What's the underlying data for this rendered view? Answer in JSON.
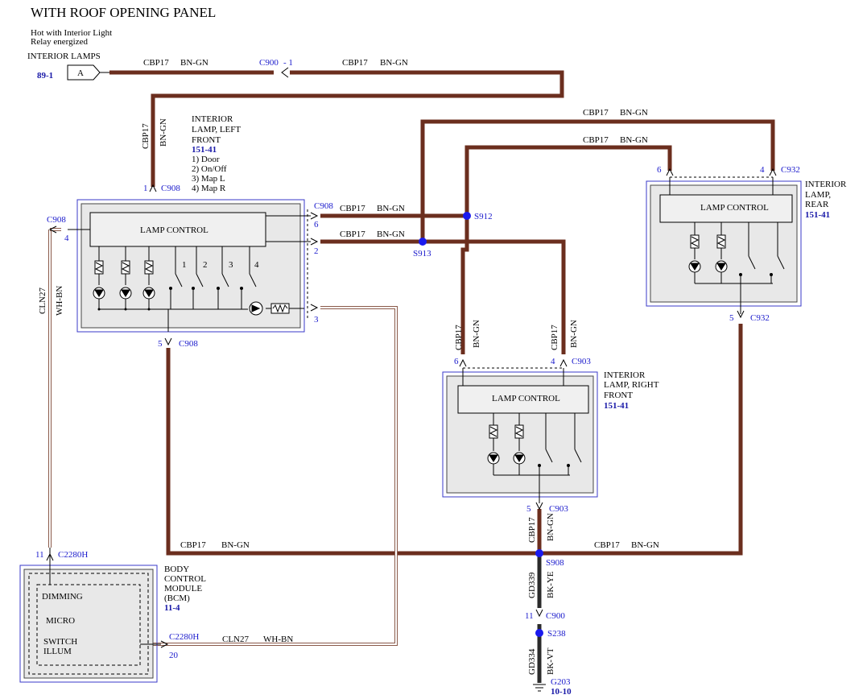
{
  "title": "WITH ROOF OPENING PANEL",
  "header": {
    "hot_line1": "Hot with Interior Light",
    "hot_line2": "Relay energized",
    "interior_lamps": "INTERIOR LAMPS",
    "ref": "89-1",
    "connector_label": "A"
  },
  "wire_codes": {
    "cbp17": "CBP17",
    "bngn": "BN-GN",
    "cln27": "CLN27",
    "whbn": "WH-BN",
    "gd339": "GD339",
    "bkye": "BK-YE",
    "gd334": "GD334",
    "bkvt": "BK-VT"
  },
  "connectors": {
    "c900": "C900",
    "c900_pin": "- 1",
    "c908": "C908",
    "c903": "C903",
    "c932": "C932",
    "c2280h": "C2280H",
    "s912": "S912",
    "s913": "S913",
    "s908": "S908",
    "s238": "S238",
    "g203": "G203",
    "ground_ref": "10-10"
  },
  "pins": {
    "p1": "1",
    "p2": "2",
    "p3": "3",
    "p4": "4",
    "p5": "5",
    "p6": "6",
    "p11": "11",
    "p20": "20"
  },
  "left_lamp": {
    "l1": "INTERIOR",
    "l2": "LAMP, LEFT",
    "l3": "FRONT",
    "ref": "151-41",
    "o1": "1) Door",
    "o2": "2) On/Off",
    "o3": "3) Map L",
    "o4": "4) Map R"
  },
  "lamp_control": "LAMP CONTROL",
  "rear_lamp": {
    "l1": "INTERIOR",
    "l2": "LAMP,",
    "l3": "REAR",
    "ref": "151-41"
  },
  "right_lamp": {
    "l1": "INTERIOR",
    "l2": "LAMP, RIGHT",
    "l3": "FRONT",
    "ref": "151-41"
  },
  "bcm": {
    "l1": "BODY",
    "l2": "CONTROL",
    "l3": "MODULE",
    "l4": "(BCM)",
    "ref": "11-4",
    "dimming": "DIMMING",
    "micro": "MICRO",
    "switch": "SWITCH",
    "illum": "ILLUM"
  }
}
